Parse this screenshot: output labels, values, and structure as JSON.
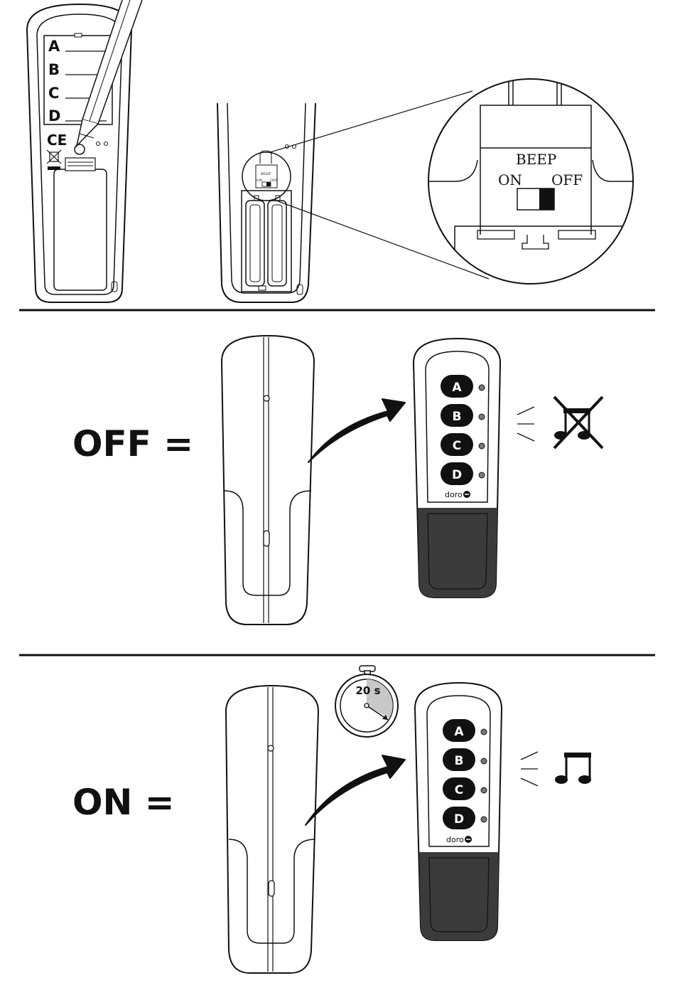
{
  "label_sheet": {
    "letters": [
      "A",
      "B",
      "C",
      "D"
    ],
    "certification_mark": "CE"
  },
  "zoom_switch": {
    "title": "BEEP",
    "on_label": "ON",
    "off_label": "OFF",
    "position": "OFF"
  },
  "mini_switch": {
    "title": "BEEP",
    "on_label": "ON",
    "off_label": "OFF"
  },
  "section_off": {
    "label": "OFF =",
    "buttons": [
      "A",
      "B",
      "C",
      "D"
    ],
    "brand": "doro",
    "sound_icon": "muted-music-note-icon"
  },
  "section_on": {
    "label": "ON =",
    "timer": "20 s",
    "buttons": [
      "A",
      "B",
      "C",
      "D"
    ],
    "brand": "doro",
    "sound_icon": "music-note-icon"
  },
  "colors": {
    "ink": "#111111",
    "button_fill": "#111111",
    "sleeve_fill": "#3b3b3b",
    "timer_wedge": "#c8c8c8"
  }
}
